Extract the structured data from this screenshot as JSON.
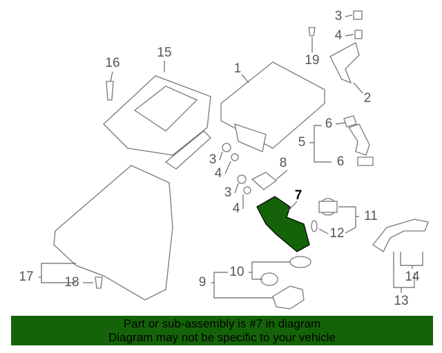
{
  "diagram": {
    "highlighted_part": "7",
    "highlight_color": "#156309",
    "callouts": [
      {
        "id": "c3a",
        "label": "3"
      },
      {
        "id": "c4a",
        "label": "4"
      },
      {
        "id": "c19",
        "label": "19"
      },
      {
        "id": "c16",
        "label": "16"
      },
      {
        "id": "c15",
        "label": "15"
      },
      {
        "id": "c1",
        "label": "1"
      },
      {
        "id": "c2",
        "label": "2"
      },
      {
        "id": "c6a",
        "label": "6"
      },
      {
        "id": "c5",
        "label": "5"
      },
      {
        "id": "c6b",
        "label": "6"
      },
      {
        "id": "c8",
        "label": "8"
      },
      {
        "id": "c3b",
        "label": "3"
      },
      {
        "id": "c4b",
        "label": "4"
      },
      {
        "id": "c3c",
        "label": "3"
      },
      {
        "id": "c4c",
        "label": "4"
      },
      {
        "id": "c7",
        "label": "7"
      },
      {
        "id": "c11",
        "label": "11"
      },
      {
        "id": "c12",
        "label": "12"
      },
      {
        "id": "c17",
        "label": "17"
      },
      {
        "id": "c18",
        "label": "18"
      },
      {
        "id": "c10",
        "label": "10"
      },
      {
        "id": "c9",
        "label": "9"
      },
      {
        "id": "c14",
        "label": "14"
      },
      {
        "id": "c13",
        "label": "13"
      }
    ]
  },
  "banner": {
    "line1": "Part or sub-assembly is #7 in diagram",
    "line2": "Diagram may not be specific to your vehicle",
    "color": "#156309"
  }
}
